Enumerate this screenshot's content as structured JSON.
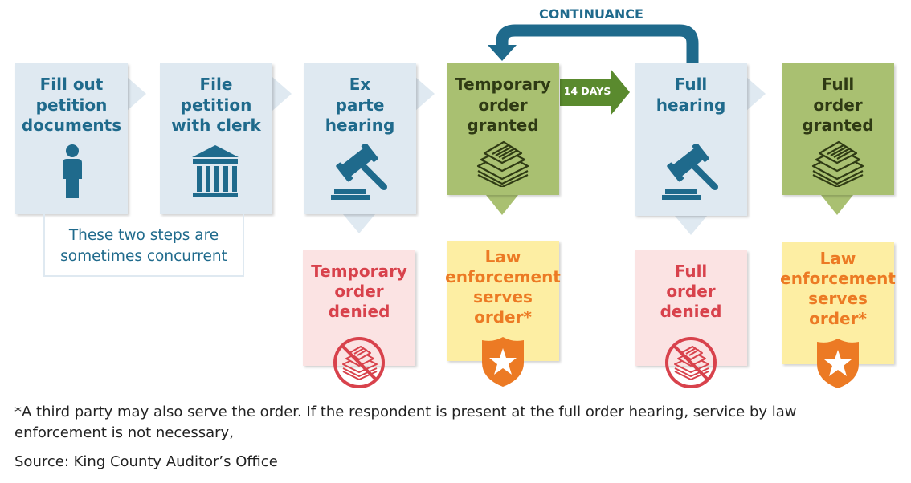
{
  "continuance_label": "CONTINUANCE",
  "days_label": "14 DAYS",
  "steps": [
    {
      "label": "Fill out\npetition\ndocuments",
      "icon": "person-icon"
    },
    {
      "label": "File\npetition\nwith clerk",
      "icon": "courthouse-icon"
    },
    {
      "label": "Ex\nparte\nhearing",
      "icon": "gavel-icon"
    },
    {
      "label": "Temporary\norder\ngranted",
      "icon": "document-stack-icon"
    },
    {
      "label": "Full\nhearing",
      "icon": "gavel-icon"
    },
    {
      "label": "Full\norder\ngranted",
      "icon": "document-stack-icon"
    }
  ],
  "outcomes": [
    {
      "label": "Temporary\norder\ndenied",
      "icon": "denied-document-icon"
    },
    {
      "label": "Law\nenforcement\nserves\norder*",
      "icon": "police-badge-icon"
    },
    {
      "label": "Full\norder\ndenied",
      "icon": "denied-document-icon"
    },
    {
      "label": "Law\nenforcement\nserves\norder*",
      "icon": "police-badge-icon"
    }
  ],
  "concurrent_note": "These two steps are\nsometimes concurrent",
  "footnote_line1": "*A third party may also serve the order. If the respondent is present at the full order hearing, service by law",
  "footnote_line2": "enforcement is not necessary,",
  "source": "Source: King County Auditor’s Office",
  "colors": {
    "blue_text": "#1f6a8c",
    "blue_box": "#dfe9f1",
    "green_box": "#a9c071",
    "green_arrow": "#5a8a2e",
    "pink_box": "#fbe3e3",
    "red": "#d8424c",
    "yellow_box": "#fdeea3",
    "orange": "#ec7a24"
  }
}
